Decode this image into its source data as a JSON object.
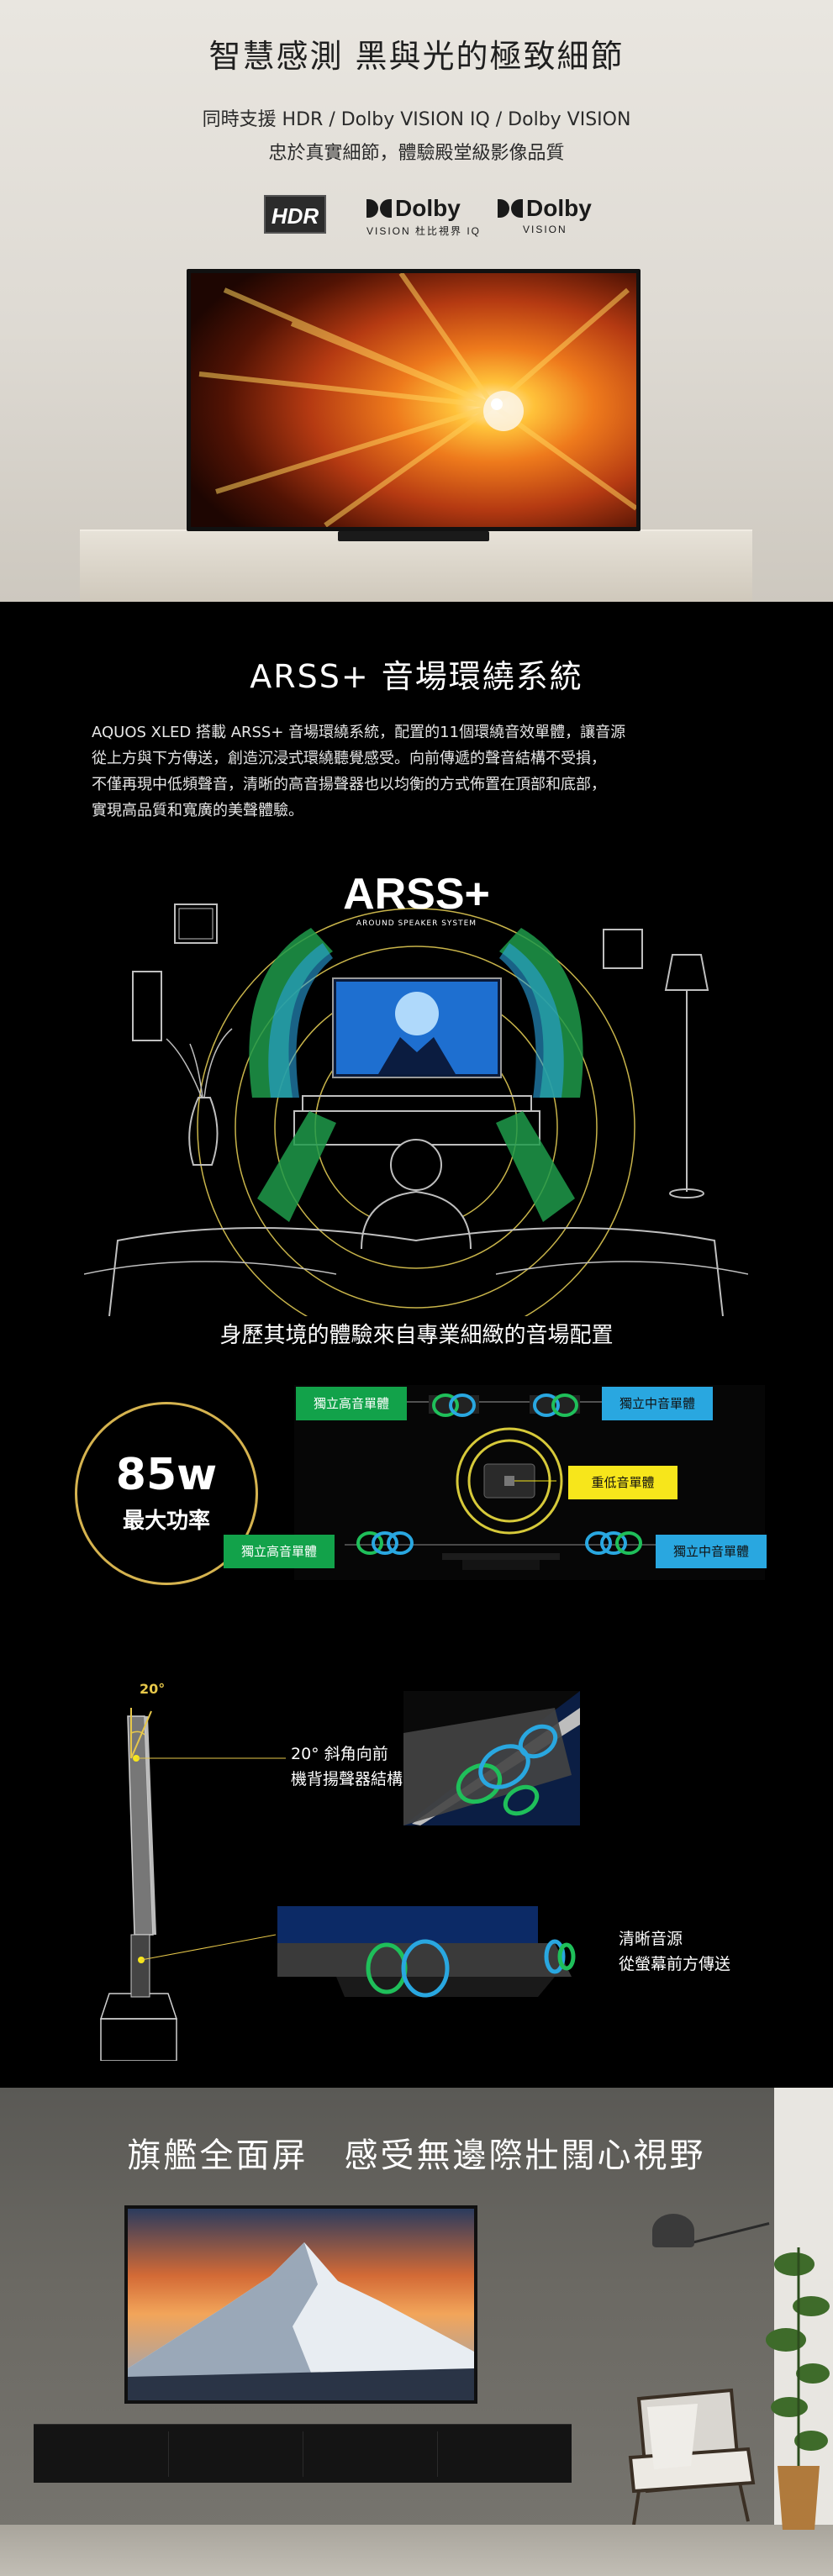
{
  "hdr_section": {
    "title": "智慧感測 黑與光的極致細節",
    "line1": "同時支援 HDR / Dolby VISION IQ / Dolby VISION",
    "line2": "忠於真實細節，體驗殿堂級影像品質",
    "logos": {
      "hdr": "HDR",
      "dolby_iq_name": "Dolby",
      "dolby_iq_tag": "VISION 杜比視界 IQ",
      "dolby_name": "Dolby",
      "dolby_tag": "VISION"
    }
  },
  "arss_section": {
    "title": "ARSS+ 音場環繞系統",
    "paragraph": [
      "AQUOS XLED 搭載 ARSS+ 音場環繞系統，配置的11個環繞音效單體，讓音源",
      "從上方與下方傳送，創造沉浸式環繞聽覺感受。向前傳遞的聲音結構不受損，",
      "不僅再現中低頻聲音，清晰的高音揚聲器也以均衡的方式佈置在頂部和底部，",
      "實現高品質和寬廣的美聲體驗。"
    ],
    "logo_text": "ARSS+",
    "logo_sub": "AROUND SPEAKER SYSTEM",
    "subtitle": "身歷其境的體驗來自專業細緻的音場配置",
    "power_value": "85w",
    "power_label": "最大功率",
    "labels": {
      "top_left": "獨立高音單體",
      "top_right": "獨立中音單體",
      "woofer": "重低音單體",
      "bottom_left": "獨立高音單體",
      "bottom_right": "獨立中音單體"
    },
    "tilt_degree": "20°",
    "tilt_text": [
      "20° 斜角向前",
      "機背揚聲器結構"
    ],
    "front_text": [
      "清晰音源",
      "從螢幕前方傳送"
    ],
    "colors": {
      "green": "#12a24a",
      "blue": "#29a7e0",
      "yellow": "#f7e61b",
      "gold": "#c8b44a"
    }
  },
  "screen_section": {
    "title": "旗艦全面屏　感受無邊際壯闊心視野"
  }
}
